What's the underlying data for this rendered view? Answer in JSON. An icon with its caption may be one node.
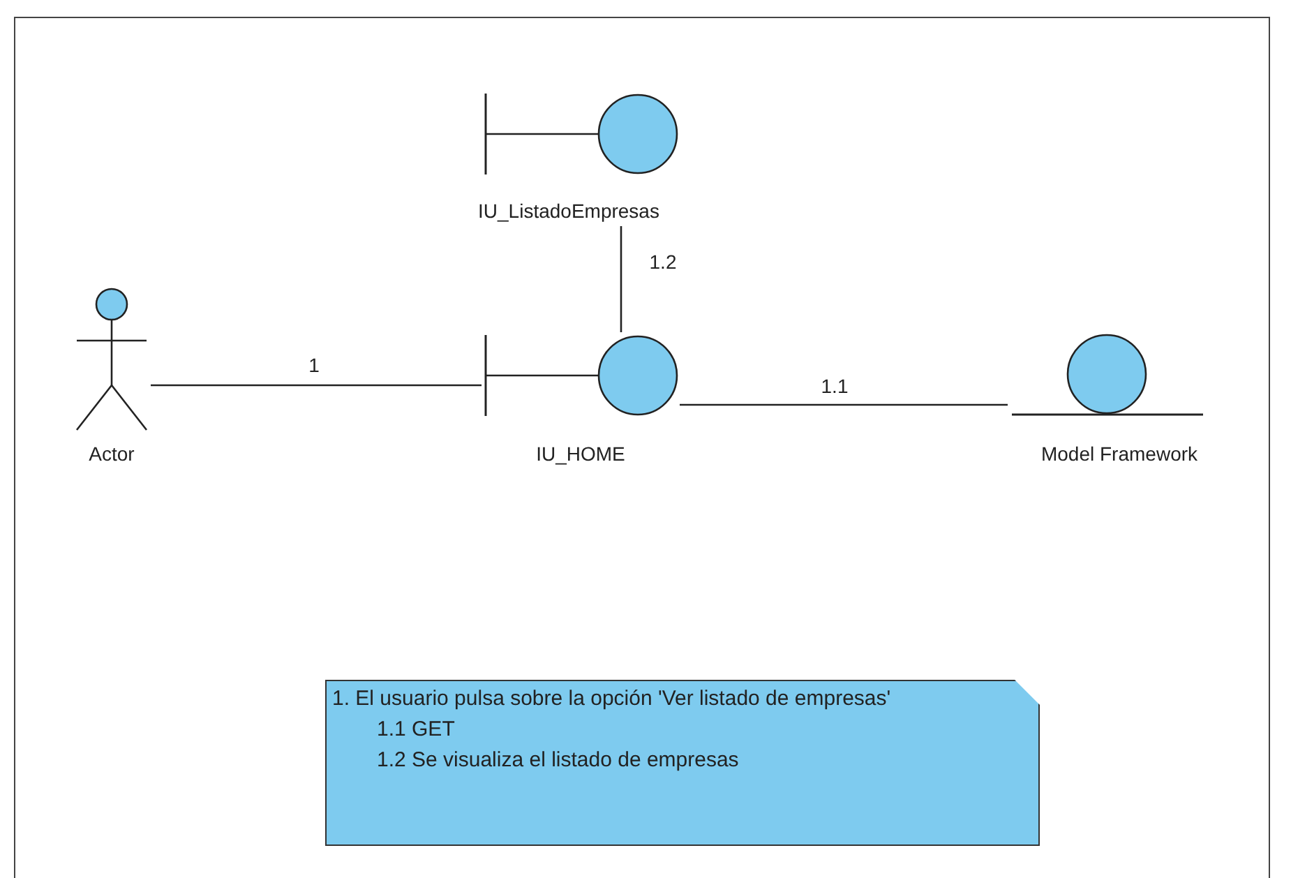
{
  "diagram": {
    "nodes": [
      {
        "text": [
          "Actor"
        ]
      },
      {
        "text": [
          "IU_ListadoEmpresas"
        ]
      },
      {
        "text": [
          "IU_HOME"
        ]
      },
      {
        "text": [
          "Model Framework"
        ]
      },
      {
        "text": [
          "1. El usuario pulsa sobre la opción 'Ver listado de empresas'",
          "1.1 GET",
          "1.2 Se visualiza el listado de empresas"
        ]
      }
    ],
    "edges": [
      {
        "from": 0,
        "to": 2,
        "arrow": "none",
        "label": "1"
      },
      {
        "from": 2,
        "to": 3,
        "arrow": "none",
        "label": "1.1"
      },
      {
        "from": 2,
        "to": 1,
        "arrow": "none",
        "label": "1.2"
      }
    ]
  }
}
